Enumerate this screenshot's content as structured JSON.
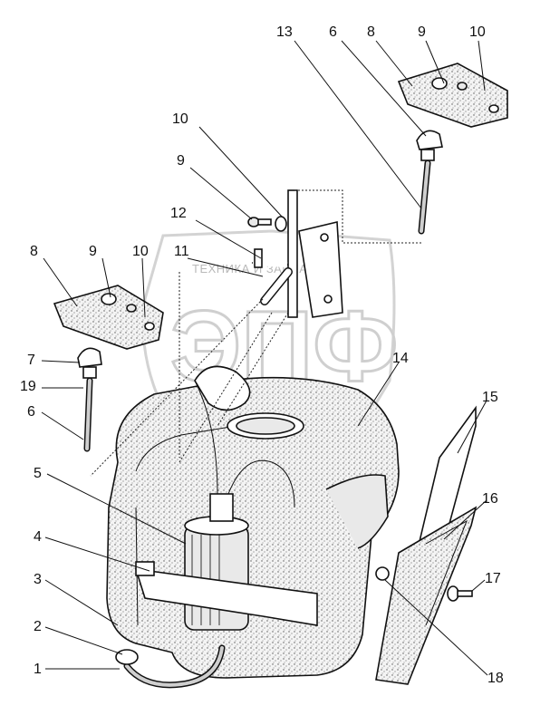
{
  "watermark": {
    "caption": "ТЕХНИКА И ЗАПЧАСТИ",
    "letters": "ЭПФ"
  },
  "callouts": [
    {
      "id": "c13",
      "label": "13"
    },
    {
      "id": "c6a",
      "label": "6"
    },
    {
      "id": "c8a",
      "label": "8"
    },
    {
      "id": "c9a",
      "label": "9"
    },
    {
      "id": "c10a",
      "label": "10"
    },
    {
      "id": "c10b",
      "label": "10"
    },
    {
      "id": "c9b",
      "label": "9"
    },
    {
      "id": "c12",
      "label": "12"
    },
    {
      "id": "c8b",
      "label": "8"
    },
    {
      "id": "c9c",
      "label": "9"
    },
    {
      "id": "c10c",
      "label": "10"
    },
    {
      "id": "c11",
      "label": "11"
    },
    {
      "id": "c7",
      "label": "7"
    },
    {
      "id": "c19",
      "label": "19"
    },
    {
      "id": "c6b",
      "label": "6"
    },
    {
      "id": "c14",
      "label": "14"
    },
    {
      "id": "c15",
      "label": "15"
    },
    {
      "id": "c5",
      "label": "5"
    },
    {
      "id": "c16",
      "label": "16"
    },
    {
      "id": "c4",
      "label": "4"
    },
    {
      "id": "c3",
      "label": "3"
    },
    {
      "id": "c17",
      "label": "17"
    },
    {
      "id": "c2",
      "label": "2"
    },
    {
      "id": "c1",
      "label": "1"
    },
    {
      "id": "c18",
      "label": "18"
    }
  ]
}
